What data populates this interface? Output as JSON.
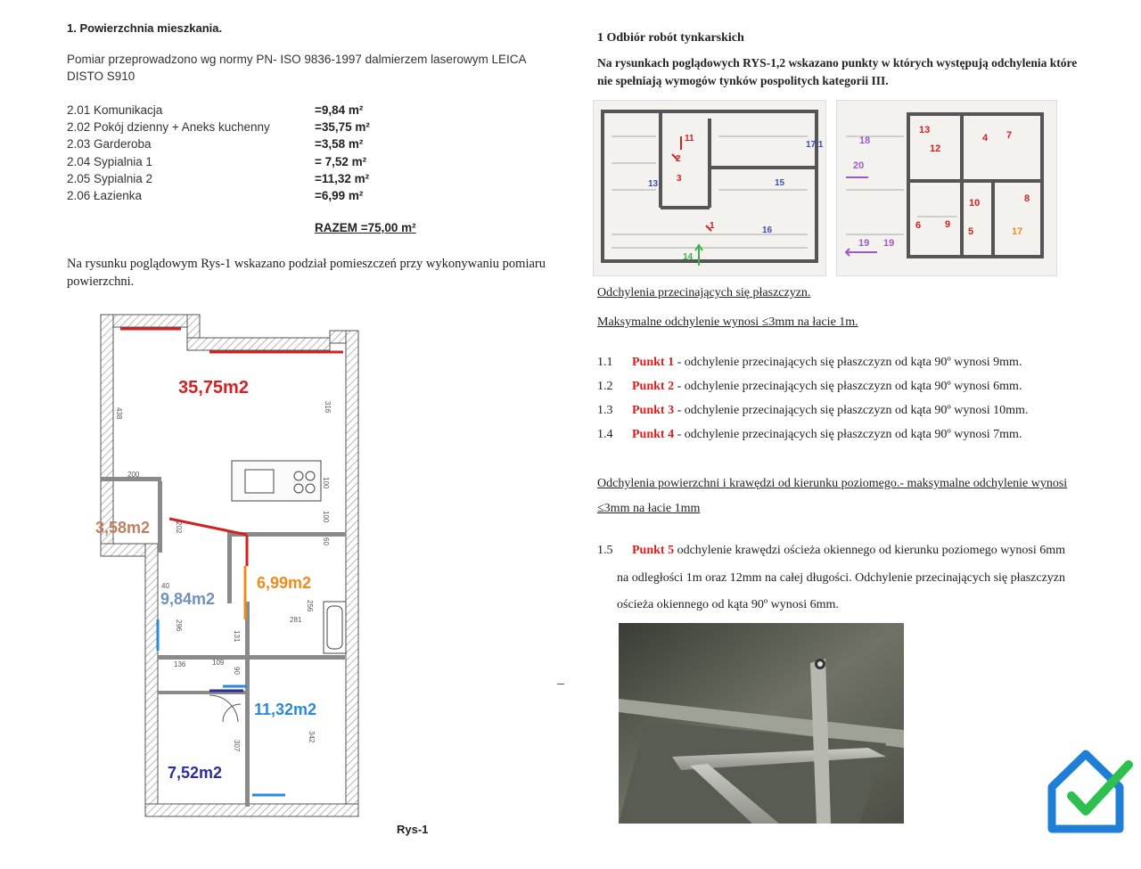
{
  "left": {
    "section_title": "1. Powierzchnia mieszkania.",
    "intro": "Pomiar przeprowadzono wg normy PN- ISO 9836-1997 dalmierzem laserowym LEICA DISTO S910",
    "rooms": [
      {
        "name": "2.01 Komunikacja",
        "area": "=9,84 m²"
      },
      {
        "name": "2.02 Pokój dzienny + Aneks kuchenny",
        "area": "=35,75 m²"
      },
      {
        "name": "2.03 Garderoba",
        "area": "=3,58 m²"
      },
      {
        "name": "2.04 Sypialnia  1",
        "area": "= 7,52 m²"
      },
      {
        "name": "2.05 Sypialnia  2",
        "area": "=11,32 m²"
      },
      {
        "name": "2.06 Łazienka",
        "area": "=6,99 m²"
      }
    ],
    "total": "RAZEM =75,00 m²",
    "plan_note": "Na rysunku poglądowym Rys-1 wskazano podział pomieszczeń przy wykonywaniu pomiaru powierzchni.",
    "plan_caption": "Rys-1",
    "plan_labels": {
      "living": "35,75m2",
      "wardrobe": "3,58m2",
      "hall": "9,84m2",
      "bath": "6,99m2",
      "bed2": "11,32m2",
      "bed1": "7,52m2"
    },
    "plan_dims": {
      "d438": "438",
      "d316": "316",
      "d200": "200",
      "d100a": "100",
      "d100b": "100",
      "d60": "60",
      "d202": "202",
      "d40": "40",
      "d296": "296",
      "d281": "281",
      "d256": "256",
      "d131": "131",
      "d136": "136",
      "d109": "109",
      "d90": "90",
      "d307": "307",
      "d342": "342"
    }
  },
  "right": {
    "heading": "1    Odbiór robót tynkarskich",
    "intro": "Na rysunkach poglądowych RYS-1,2    wskazano punkty  w których występują odchylenia które nie spełniają wymogów tynków pospolitych kategorii III.",
    "plan_points_1": [
      "11",
      "2",
      "3",
      "13",
      "1",
      "14",
      "15",
      "16",
      "17,1"
    ],
    "plan_points_2": [
      "18",
      "20",
      "13",
      "12",
      "4",
      "7",
      "6",
      "9",
      "10",
      "8",
      "5",
      "17",
      "19",
      "19"
    ],
    "sub1": "Odchylenia przecinających się płaszczyzn.",
    "sub2": "Maksymalne odchylenie wynosi  ≤3mm na łacie 1m.",
    "points": [
      {
        "num": "1.1",
        "label": "Punkt 1",
        "text": " - odchylenie przecinających się płaszczyzn od kąta 90º wynosi 9mm."
      },
      {
        "num": "1.2",
        "label": "Punkt 2",
        "text": " - odchylenie przecinających się płaszczyzn od kąta 90º wynosi 6mm."
      },
      {
        "num": "1.3",
        "label": "Punkt 3",
        "text": " - odchylenie przecinających się płaszczyzn od kąta 90º wynosi 10mm."
      },
      {
        "num": "1.4",
        "label": "Punkt 4",
        "text": " - odchylenie przecinających się płaszczyzn od kąta 90º wynosi 7mm."
      }
    ],
    "sub3a": "Odchylenia powierzchni i krawędzi od kierunku poziomego.- maksymalne odchylenie wynosi",
    "sub3b": "≤3mm na łacie 1mm",
    "p15": {
      "num": "1.5",
      "label": "Punkt 5",
      "line1": " odchylenie krawędzi  ościeża okiennego od kierunku poziomego wynosi 6mm",
      "line2": "na odległości 1m oraz 12mm na całej długości. Odchylenie przecinających się płaszczyzn",
      "line3": "ościeża okiennego od kąta 90º wynosi 6mm."
    }
  },
  "colors": {
    "red": "#d42020",
    "orange": "#f08a1c",
    "blue": "#2a8ad8",
    "navy": "#2b2f9a",
    "purple": "#9b59c9",
    "green": "#3cb04a",
    "logo_blue": "#1f7fd6",
    "logo_green": "#2ec04f"
  }
}
